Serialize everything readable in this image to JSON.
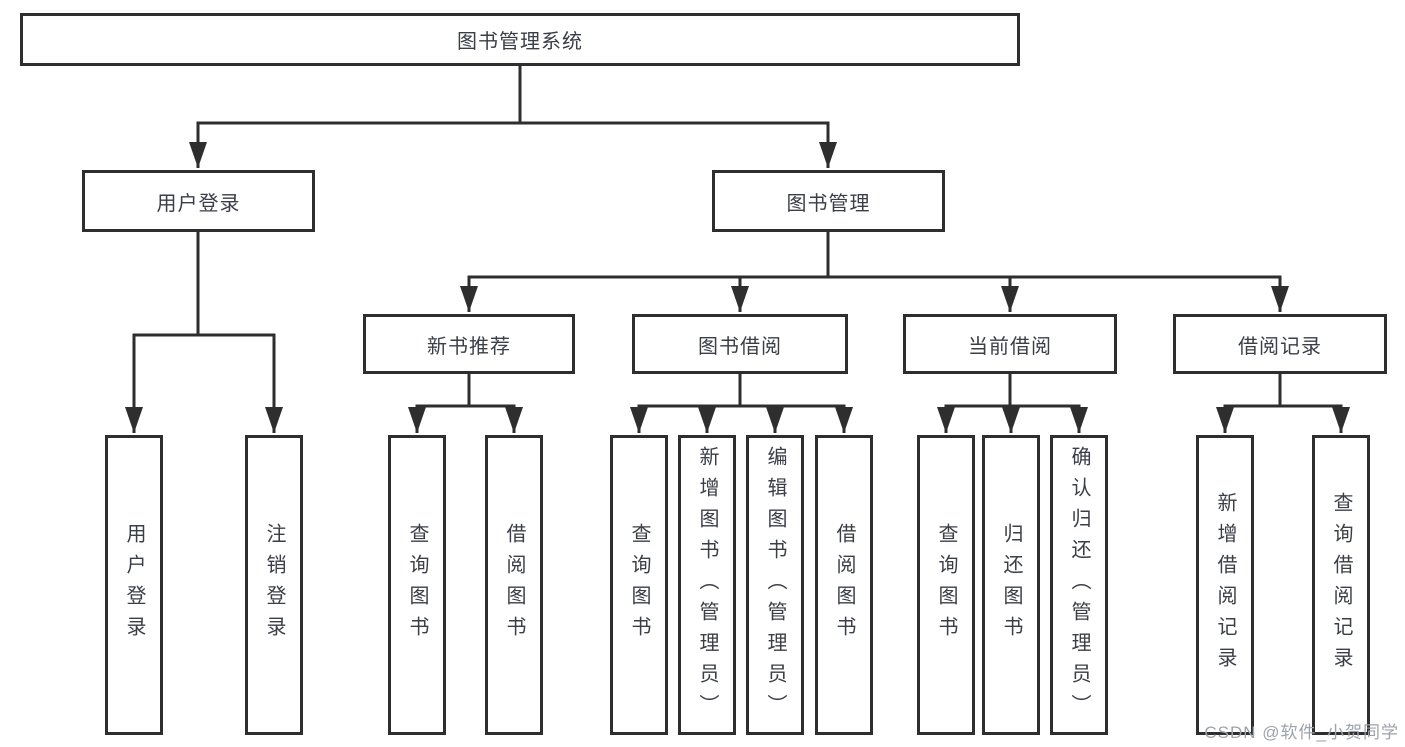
{
  "diagram": {
    "root": {
      "label": "图书管理系统"
    },
    "level2": [
      {
        "label": "用户登录"
      },
      {
        "label": "图书管理"
      }
    ],
    "level3": [
      {
        "label": "新书推荐"
      },
      {
        "label": "图书借阅"
      },
      {
        "label": "当前借阅"
      },
      {
        "label": "借阅记录"
      }
    ],
    "leaves": {
      "user_login": [
        {
          "label": "用户登录"
        },
        {
          "label": "注销登录"
        }
      ],
      "new_book_rec": [
        {
          "label": "查询图书"
        },
        {
          "label": "借阅图书"
        }
      ],
      "book_borrow": [
        {
          "label": "查询图书"
        },
        {
          "label": "新增图书（管理员）"
        },
        {
          "label": "编辑图书（管理员）"
        },
        {
          "label": "借阅图书"
        }
      ],
      "current_borrow": [
        {
          "label": "查询图书"
        },
        {
          "label": "归还图书"
        },
        {
          "label": "确认归还（管理员）"
        }
      ],
      "borrow_records": [
        {
          "label": "新增借阅记录"
        },
        {
          "label": "查询借阅记录"
        }
      ]
    },
    "watermark": "CSDN @软件_小贺同学",
    "colors": {
      "line": "#2e2e2e",
      "text": "#3a3e46",
      "watermark": "#9da3ab",
      "background": "#ffffff"
    }
  }
}
